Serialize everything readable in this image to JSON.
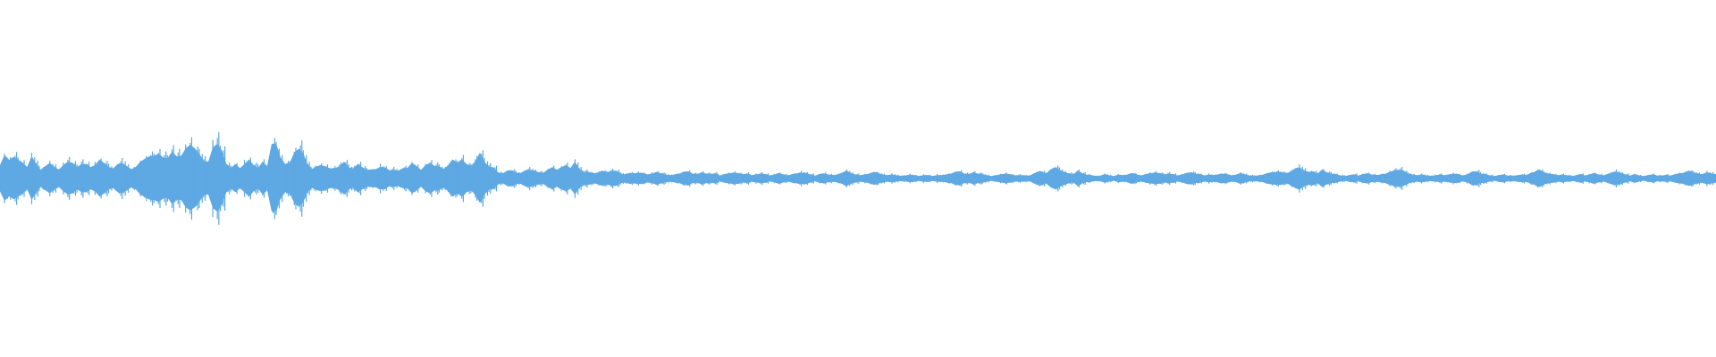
{
  "waveform": {
    "color": "#5ea9e3",
    "background": "#ffffff",
    "envelope_levels": [
      0.28,
      0.42,
      0.36,
      0.45,
      0.34,
      0.3,
      0.24,
      0.4,
      0.28,
      0.18,
      0.22,
      0.3,
      0.24,
      0.16,
      0.26,
      0.35,
      0.28,
      0.22,
      0.3,
      0.26,
      0.22,
      0.28,
      0.34,
      0.3,
      0.24,
      0.18,
      0.28,
      0.32,
      0.22,
      0.18,
      0.24,
      0.3,
      0.38,
      0.46,
      0.4,
      0.48,
      0.44,
      0.36,
      0.52,
      0.46,
      0.4,
      0.58,
      0.7,
      0.54,
      0.48,
      0.36,
      0.3,
      0.6,
      0.72,
      0.5,
      0.28,
      0.22,
      0.26,
      0.2,
      0.3,
      0.34,
      0.26,
      0.22,
      0.3,
      0.24,
      0.72,
      0.62,
      0.4,
      0.3,
      0.28,
      0.5,
      0.62,
      0.44,
      0.26,
      0.2,
      0.22,
      0.26,
      0.24,
      0.18,
      0.2,
      0.26,
      0.3,
      0.22,
      0.2,
      0.26,
      0.22,
      0.18,
      0.16,
      0.18,
      0.24,
      0.2,
      0.16,
      0.18,
      0.14,
      0.2,
      0.22,
      0.28,
      0.24,
      0.18,
      0.24,
      0.3,
      0.26,
      0.22,
      0.18,
      0.28,
      0.34,
      0.3,
      0.4,
      0.26,
      0.24,
      0.36,
      0.46,
      0.32,
      0.24,
      0.2,
      0.12,
      0.1,
      0.14,
      0.16,
      0.12,
      0.1,
      0.16,
      0.18,
      0.14,
      0.12,
      0.12,
      0.16,
      0.22,
      0.18,
      0.2,
      0.26,
      0.22,
      0.3,
      0.18,
      0.14,
      0.12,
      0.1,
      0.12,
      0.14,
      0.12,
      0.16,
      0.14,
      0.1,
      0.08,
      0.1,
      0.1,
      0.12,
      0.1,
      0.08,
      0.1,
      0.12,
      0.1,
      0.08,
      0.06,
      0.08,
      0.1,
      0.12,
      0.14,
      0.1,
      0.08,
      0.12,
      0.1,
      0.08,
      0.1,
      0.06,
      0.08,
      0.1,
      0.12,
      0.1,
      0.08,
      0.1,
      0.06,
      0.08,
      0.1,
      0.08,
      0.06,
      0.08,
      0.1,
      0.08,
      0.06,
      0.08,
      0.1,
      0.12,
      0.1,
      0.08,
      0.06,
      0.08,
      0.1,
      0.08,
      0.06,
      0.08,
      0.12,
      0.14,
      0.1,
      0.08,
      0.06,
      0.08,
      0.1,
      0.12,
      0.1,
      0.08,
      0.06,
      0.08,
      0.06,
      0.05,
      0.06,
      0.08,
      0.06,
      0.05,
      0.07,
      0.06,
      0.05,
      0.07,
      0.06,
      0.08,
      0.1,
      0.12,
      0.14,
      0.1,
      0.08,
      0.12,
      0.1,
      0.08,
      0.06,
      0.05,
      0.06,
      0.08,
      0.1,
      0.08,
      0.06,
      0.07,
      0.06,
      0.05,
      0.08,
      0.12,
      0.14,
      0.1,
      0.16,
      0.22,
      0.18,
      0.12,
      0.1,
      0.08,
      0.14,
      0.1,
      0.08,
      0.06,
      0.05,
      0.06,
      0.08,
      0.06,
      0.05,
      0.07,
      0.06,
      0.08,
      0.1,
      0.08,
      0.06,
      0.08,
      0.1,
      0.12,
      0.1,
      0.08,
      0.1,
      0.08,
      0.06,
      0.08,
      0.1,
      0.12,
      0.1,
      0.08,
      0.06,
      0.08,
      0.06,
      0.08,
      0.1,
      0.08,
      0.06,
      0.08,
      0.1,
      0.08,
      0.06,
      0.05,
      0.06,
      0.08,
      0.1,
      0.12,
      0.14,
      0.12,
      0.1,
      0.14,
      0.18,
      0.22,
      0.16,
      0.12,
      0.14,
      0.1,
      0.16,
      0.12,
      0.1,
      0.08,
      0.06,
      0.05,
      0.06,
      0.08,
      0.06,
      0.08,
      0.1,
      0.08,
      0.06,
      0.08,
      0.1,
      0.12,
      0.16,
      0.18,
      0.14,
      0.1,
      0.08,
      0.06,
      0.08,
      0.06,
      0.05,
      0.06,
      0.08,
      0.06,
      0.08,
      0.1,
      0.08,
      0.06,
      0.08,
      0.12,
      0.14,
      0.1,
      0.08,
      0.06,
      0.05,
      0.06,
      0.08,
      0.06,
      0.05,
      0.06,
      0.08,
      0.06,
      0.1,
      0.14,
      0.16,
      0.12,
      0.1,
      0.08,
      0.06,
      0.08,
      0.06,
      0.05,
      0.06,
      0.08,
      0.06,
      0.08,
      0.1,
      0.08,
      0.06,
      0.08,
      0.12,
      0.14,
      0.1,
      0.08,
      0.06,
      0.08,
      0.06,
      0.05,
      0.06,
      0.08,
      0.06,
      0.05,
      0.07,
      0.06,
      0.08,
      0.1,
      0.12,
      0.14,
      0.12,
      0.1,
      0.08,
      0.12,
      0.1,
      0.08
    ]
  }
}
